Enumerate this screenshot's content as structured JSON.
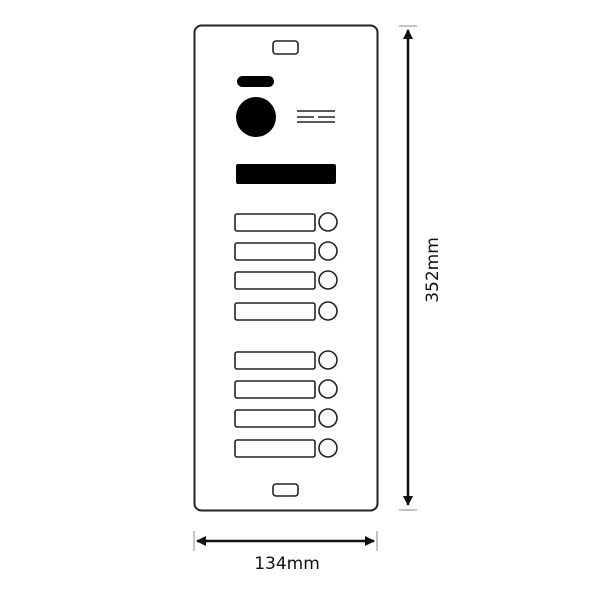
{
  "diagram": {
    "width_label": "134mm",
    "height_label": "352mm",
    "call_button_rows": 8,
    "colors": {
      "line": "#111111",
      "fill": "#000000",
      "background": "#ffffff"
    }
  }
}
